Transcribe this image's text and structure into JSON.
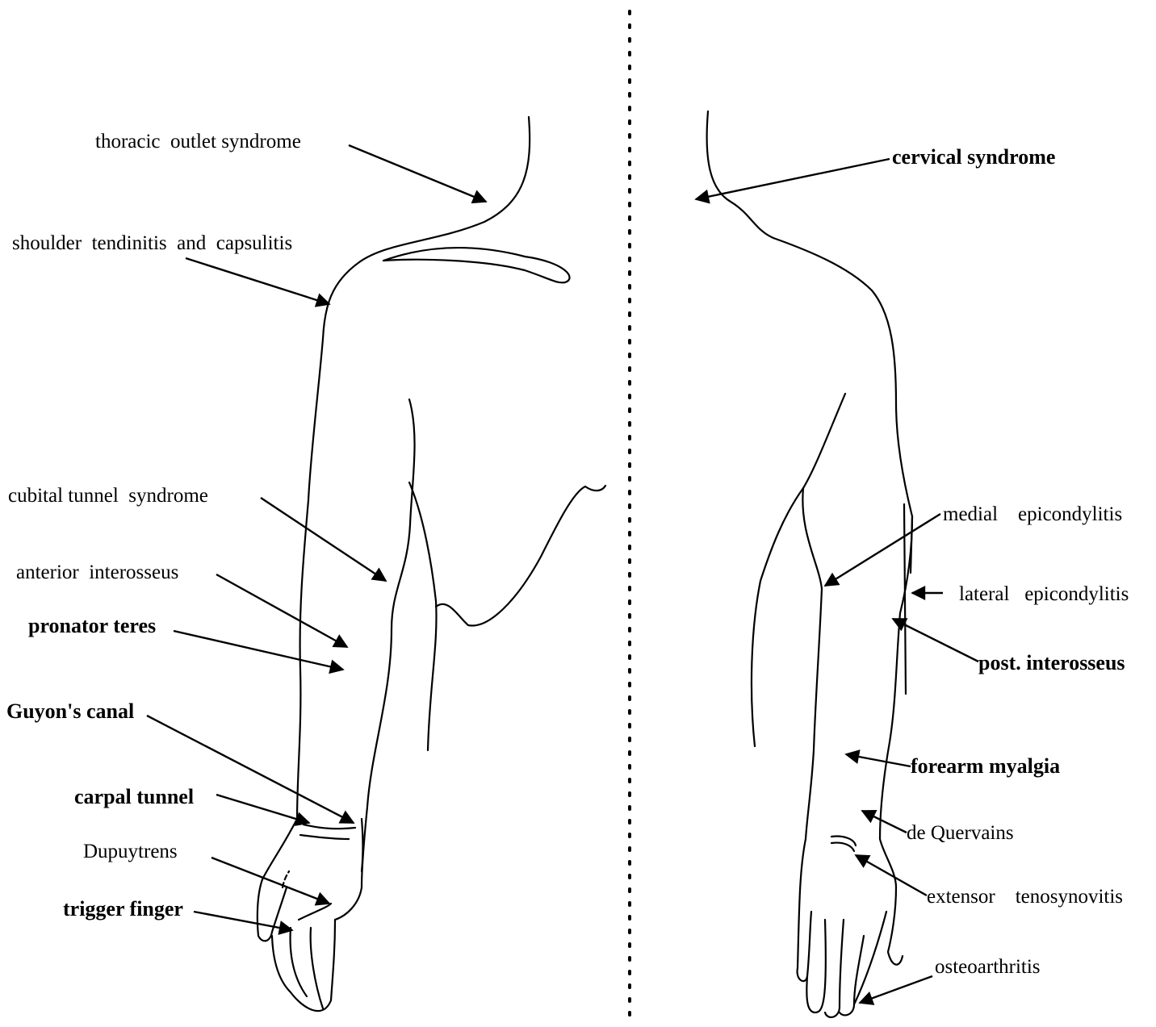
{
  "left_view": {
    "labels": {
      "thoracic_outlet": "thoracic  outlet syndrome",
      "shoulder": "shoulder  tendinitis  and  capsulitis",
      "cubital_tunnel": "cubital tunnel  syndrome",
      "anterior_interosseus": "anterior  interosseus",
      "pronator_teres": "pronator teres",
      "guyons_canal": "Guyon's canal",
      "carpal_tunnel": "carpal tunnel",
      "dupuytrens": "Dupuytrens",
      "trigger_finger": "trigger finger"
    }
  },
  "right_view": {
    "labels": {
      "cervical": "cervical syndrome",
      "medial_epicondylitis": "medial    epicondylitis",
      "lateral_epicondylitis": "lateral   epicondylitis",
      "post_interosseus": "post. interosseus",
      "forearm_myalgia": "forearm myalgia",
      "de_quervains": "de Quervains",
      "extensor_tenosynovitis": "extensor    tenosynovitis",
      "osteoarthritis": "osteoarthritis"
    }
  }
}
